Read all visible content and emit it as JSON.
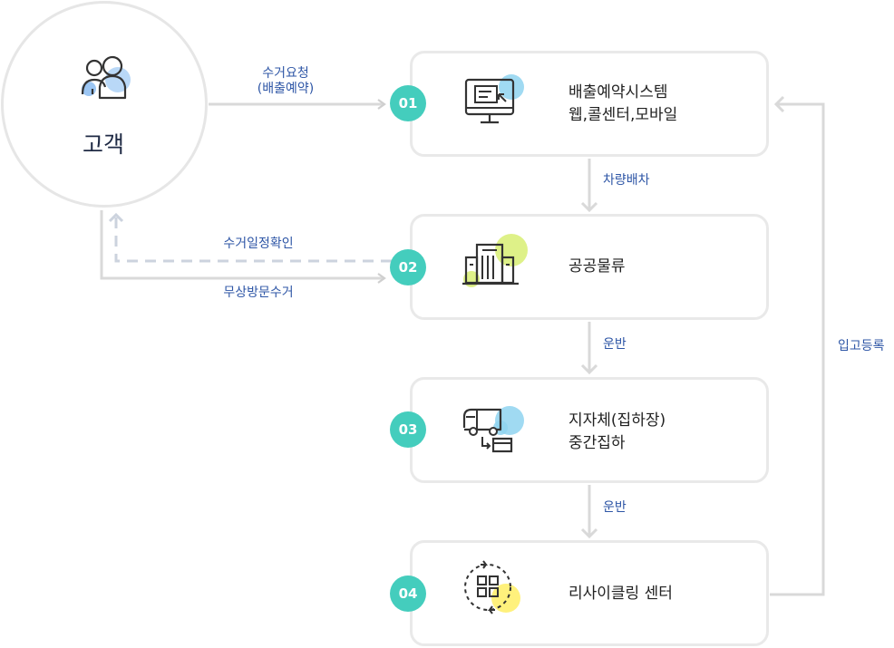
{
  "customer": {
    "label": "고객",
    "icon": "people-icon"
  },
  "steps": [
    {
      "number": "01",
      "line1": "배출예약시스템",
      "line2": "웹,콜센터,모바일",
      "icon": "monitor-icon"
    },
    {
      "number": "02",
      "line1": "공공물류",
      "line2": "",
      "icon": "building-icon"
    },
    {
      "number": "03",
      "line1": "지자체(집하장)",
      "line2": "중간집하",
      "icon": "truck-icon"
    },
    {
      "number": "04",
      "line1": "리사이클링 센터",
      "line2": "",
      "icon": "recycle-icon"
    }
  ],
  "edges": {
    "request_line1": "수거요청",
    "request_line2": "(배출예약)",
    "confirm": "수거일정확인",
    "free_pickup": "무상방문수거",
    "dispatch": "차량배차",
    "transport1": "운반",
    "transport2": "운반",
    "register": "입고등록"
  },
  "colors": {
    "badge": "#44cdbd",
    "edge_label": "#2e56a6",
    "line": "#dcdcdc",
    "dashed": "#ccd3de",
    "blob_blue": "#8fd3f0",
    "blob_green": "#d6ee6a",
    "blob_yellow": "#fff06e"
  }
}
